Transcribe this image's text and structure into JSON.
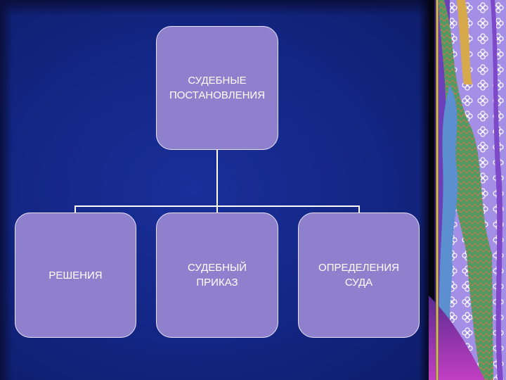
{
  "diagram": {
    "root": {
      "label": "СУДЕБНЫЕ\nПОСТАНОВЛЕНИЯ"
    },
    "children": [
      {
        "label": "РЕШЕНИЯ"
      },
      {
        "label": "СУДЕБНЫЙ\nПРИКАЗ"
      },
      {
        "label": "ОПРЕДЕЛЕНИЯ\nСУДА"
      }
    ]
  },
  "colors": {
    "background": "#132684",
    "box_fill": "#8f80ce",
    "box_border": "#e9e4fb",
    "connector": "#ffffff"
  },
  "decoration": {
    "icon": "floral-fabric-border"
  }
}
